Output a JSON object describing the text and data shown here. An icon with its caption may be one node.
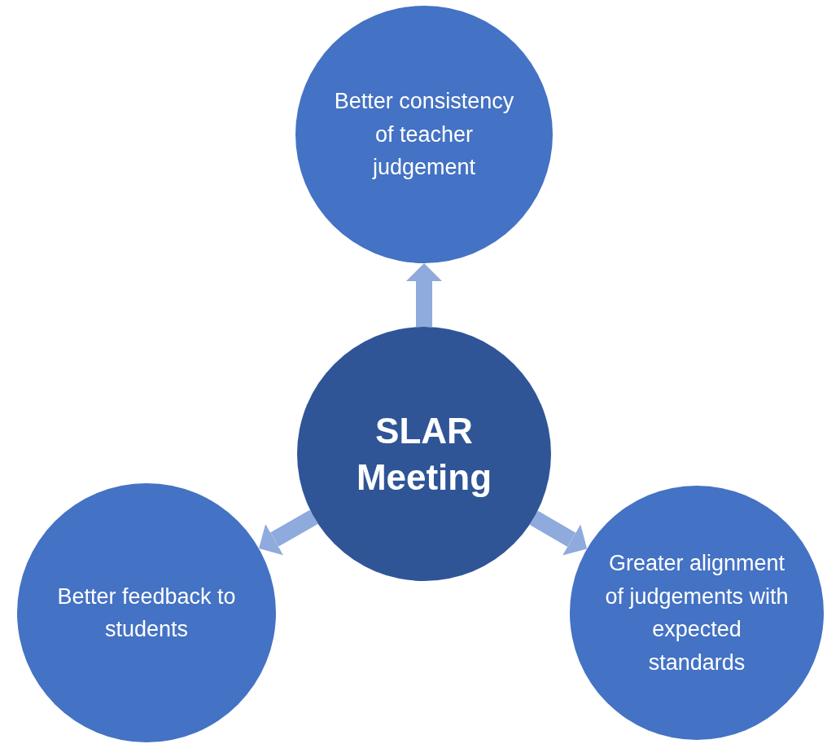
{
  "diagram": {
    "nodes": [
      {
        "text": [
          "Better consistency of teacher judgement"
        ]
      },
      {
        "text": [
          "SLAR Meeting"
        ]
      },
      {
        "text": [
          "Better feedback to students"
        ]
      },
      {
        "text": [
          "Greater alignment of judgements with expected standards"
        ]
      }
    ],
    "edges": [
      {
        "from": 1,
        "to": 0,
        "arrow": "to"
      },
      {
        "from": 1,
        "to": 2,
        "arrow": "to"
      },
      {
        "from": 1,
        "to": 3,
        "arrow": "to"
      }
    ]
  }
}
